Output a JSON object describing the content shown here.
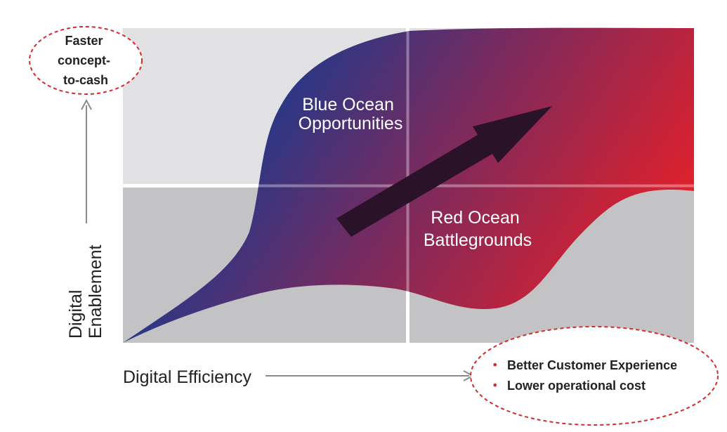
{
  "quadrant_labels": {
    "blue_ocean": [
      "Blue Ocean",
      "Opportunities"
    ],
    "red_ocean": [
      "Red Ocean",
      "Battlegrounds"
    ]
  },
  "axes": {
    "y_label": [
      "Digital",
      "Enablement"
    ],
    "x_label": "Digital Efficiency"
  },
  "callouts": {
    "top_left": [
      "Faster",
      "concept-",
      "to-cash"
    ],
    "bottom_right": [
      "Better Customer Experience",
      "Lower operational cost"
    ]
  },
  "colors": {
    "blue": "#1a3a8f",
    "red": "#e3202a",
    "dark_arrow": "#2a1228",
    "quadrant_light": "#e1e1e4",
    "quadrant_dark": "#c3c3c6",
    "callout_border": "#d42b2b",
    "axis_arrow": "#8a8a8a"
  }
}
